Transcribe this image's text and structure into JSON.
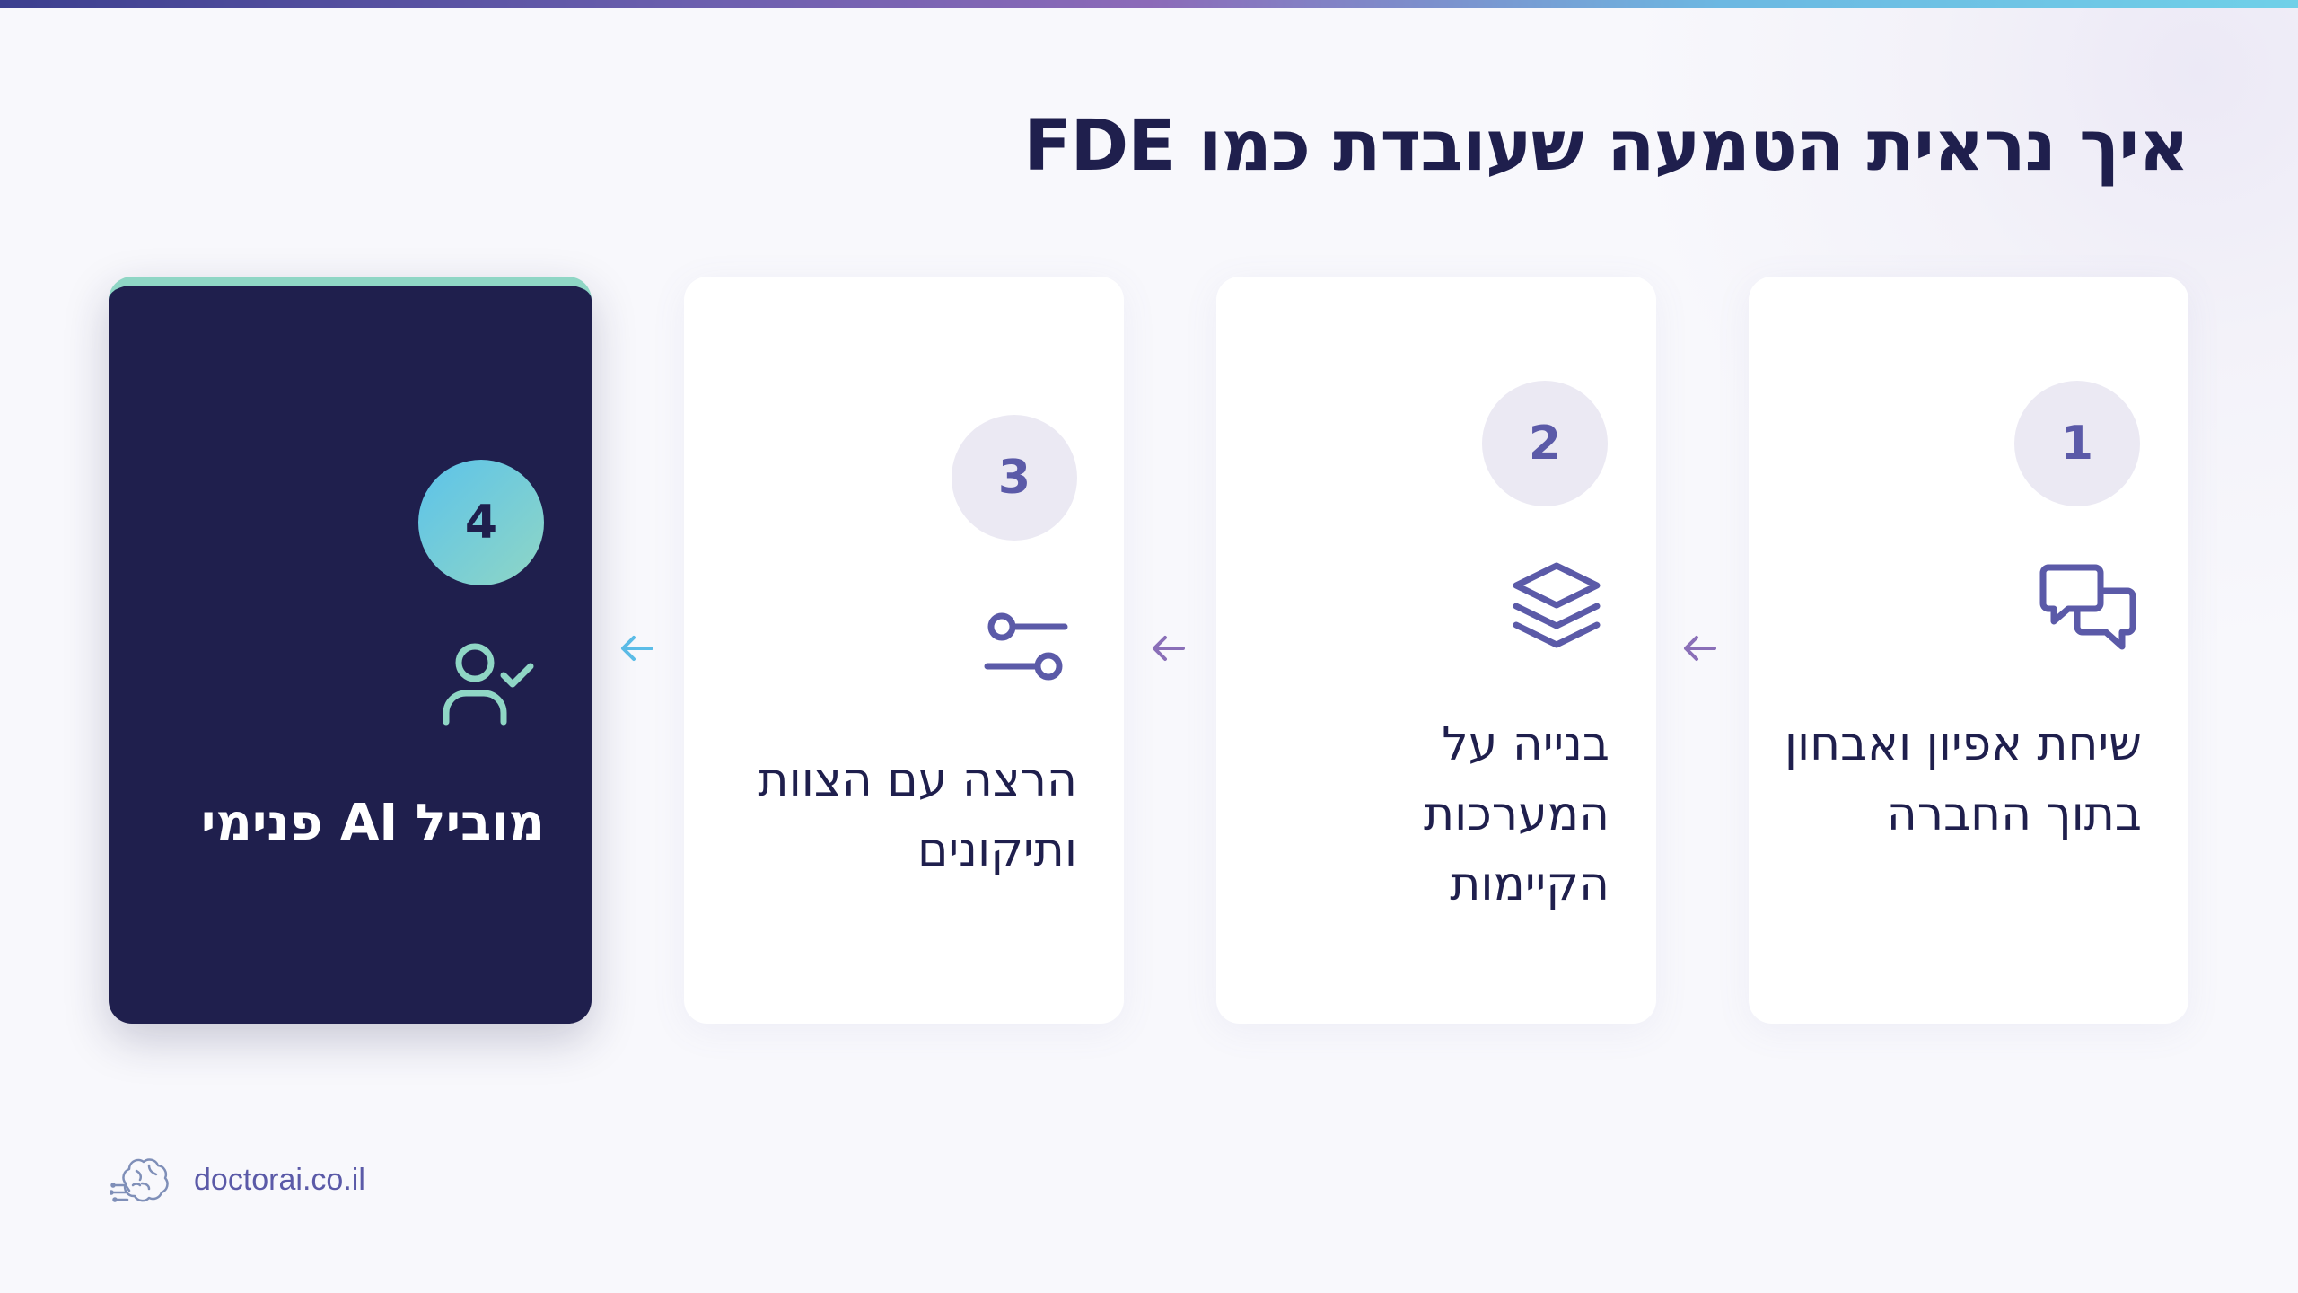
{
  "title": "איך נראית הטמעה שעובדת כמו FDE",
  "steps": [
    {
      "number": "1",
      "text": "שיחת אפיון ואבחון בתוך החברה",
      "icon": "chat-bubbles-icon"
    },
    {
      "number": "2",
      "text": "בנייה על המערכות הקיימות",
      "icon": "layers-icon"
    },
    {
      "number": "3",
      "text": "הרצה עם הצוות ותיקונים",
      "icon": "sliders-icon"
    },
    {
      "number": "4",
      "text": "מוביל AI פנימי",
      "icon": "user-check-icon"
    }
  ],
  "arrows": [
    "arrow-left-icon",
    "arrow-left-icon",
    "arrow-left-icon"
  ],
  "brand": {
    "text": "doctorai.co.il",
    "icon": "brain-logo-icon"
  },
  "colors": {
    "navy": "#1f1f4d",
    "purple": "#5b5aa8",
    "circle_bg": "#ebe9f3",
    "teal": "#8fd6c5",
    "cyan": "#5cc3ea",
    "arrow_purple": "#8a6fb8",
    "arrow_cyan": "#5cbde8"
  }
}
